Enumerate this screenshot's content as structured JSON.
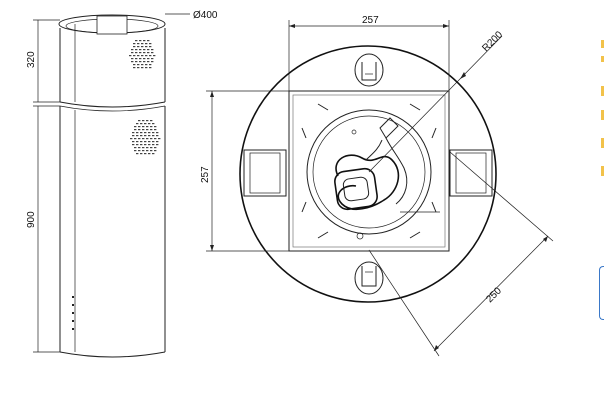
{
  "dimensions": {
    "diameter": "Ø400",
    "top_section_height": "320",
    "bottom_section_height": "900",
    "plate_width": "257",
    "plate_height": "257",
    "radius": "R200",
    "diagonal": "250"
  },
  "colors": {
    "line": "#222222",
    "edge_accent": "#f2c24a",
    "edge_frame": "#3a78c8"
  }
}
